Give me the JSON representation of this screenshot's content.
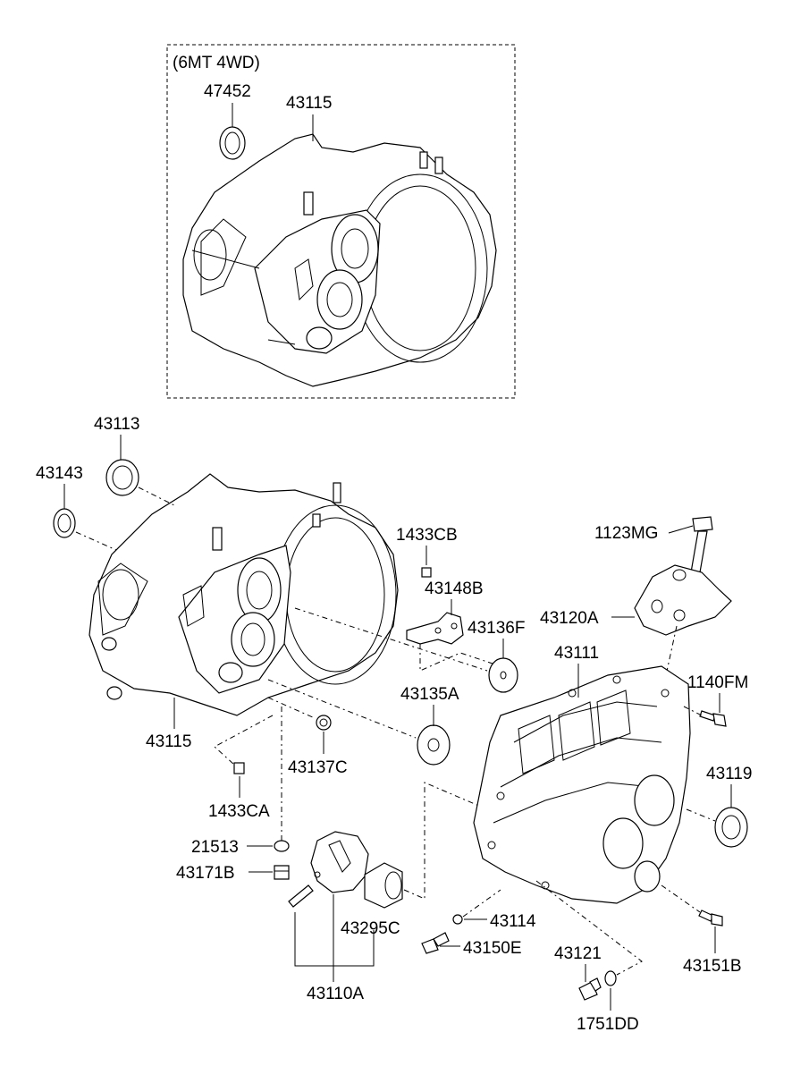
{
  "variant_label": "(6MT 4WD)",
  "parts": {
    "p47452": "47452",
    "p43115_top": "43115",
    "p43113": "43113",
    "p43143": "43143",
    "p1433CB": "1433CB",
    "p43148B": "43148B",
    "p43136F": "43136F",
    "p1123MG": "1123MG",
    "p43120A": "43120A",
    "p43111": "43111",
    "p43135A": "43135A",
    "p1140FM": "1140FM",
    "p43115_mid": "43115",
    "p43137C": "43137C",
    "p43119": "43119",
    "p1433CA": "1433CA",
    "p21513": "21513",
    "p43171B": "43171B",
    "p43295C": "43295C",
    "p43114": "43114",
    "p43150E": "43150E",
    "p43121": "43121",
    "p43151B": "43151B",
    "p43110A": "43110A",
    "p1751DD": "1751DD"
  }
}
